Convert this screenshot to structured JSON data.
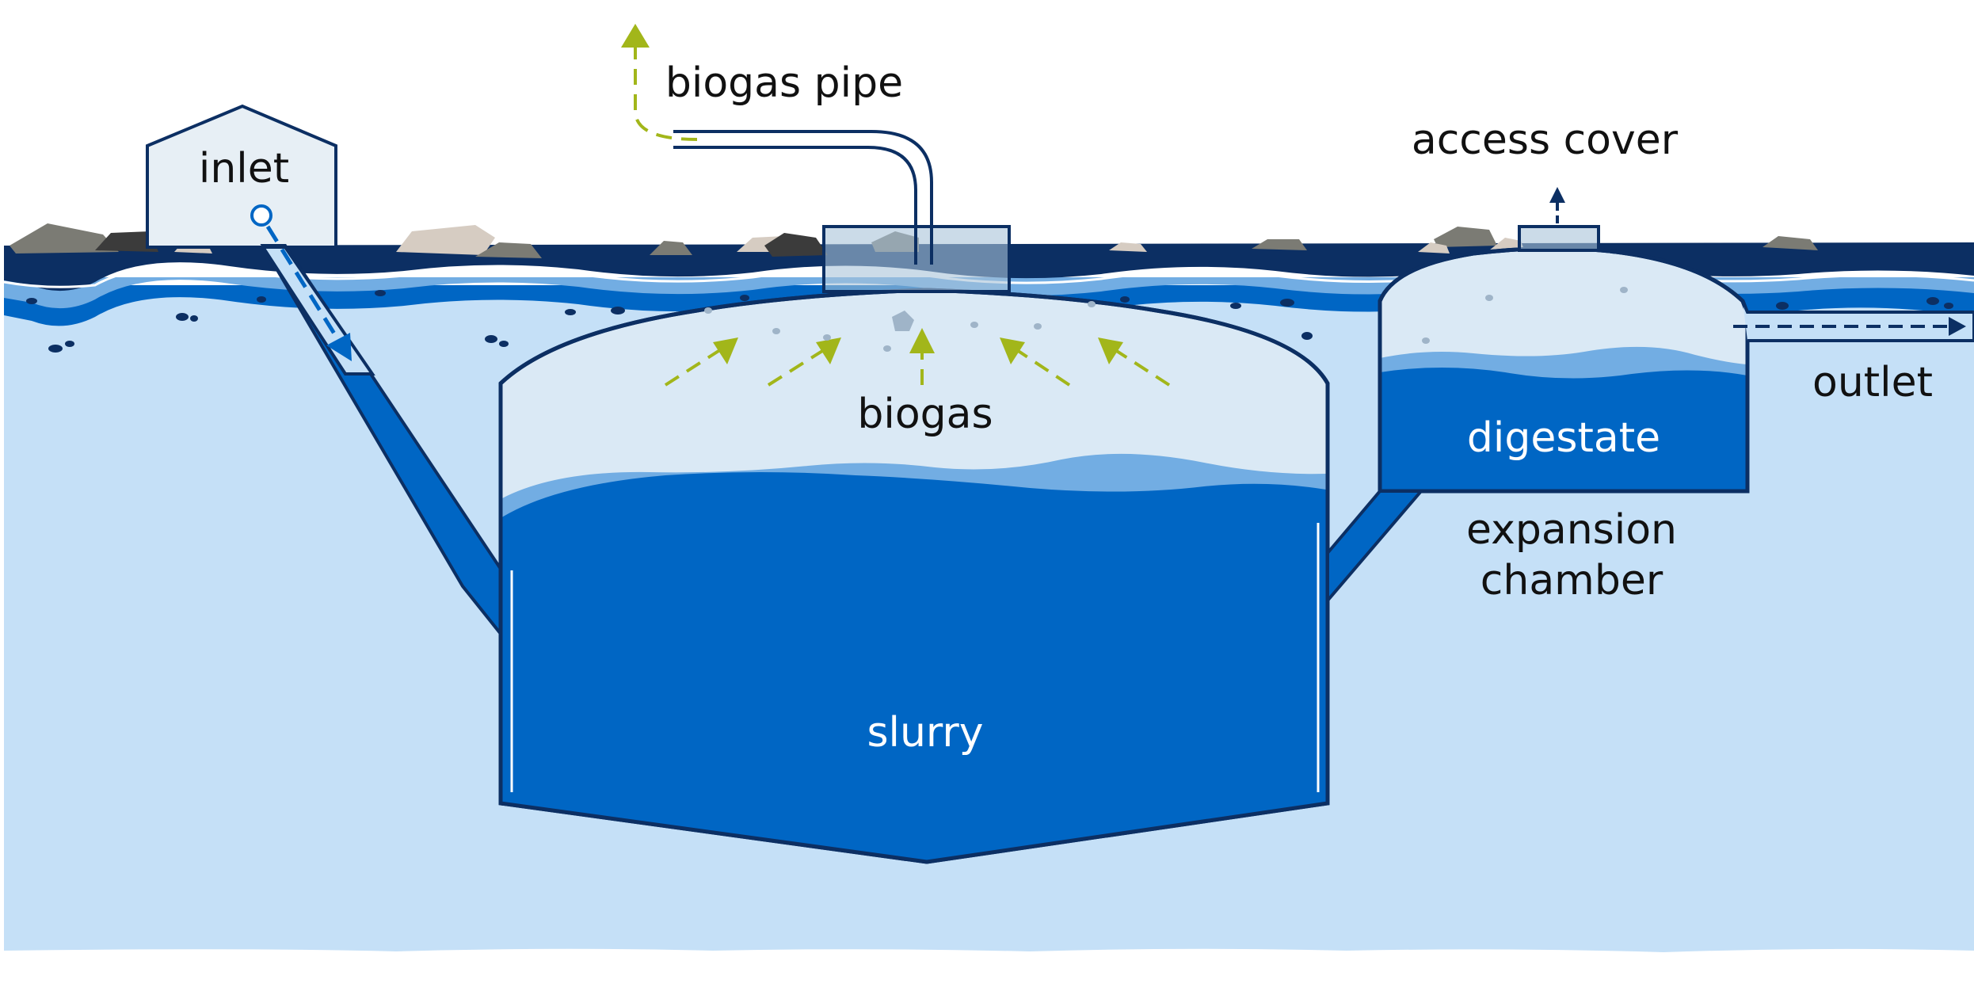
{
  "labels": {
    "inlet": "inlet",
    "biogas_pipe": "biogas pipe",
    "access_cover": "access cover",
    "biogas": "biogas",
    "digestate": "digestate",
    "outlet": "outlet",
    "expansion_chamber_line1": "expansion",
    "expansion_chamber_line2": "chamber",
    "slurry": "slurry"
  },
  "colors": {
    "ground": "#c5e0f7",
    "soil_dark": "#0c2f63",
    "soil_mid": "#0066c4",
    "liquid": "#0066c4",
    "liquid_light": "#72ade3",
    "gas_space": "#dae9f5",
    "outline": "#0c2f63",
    "gas_arrow": "#a2b61a",
    "flow_arrow": "#0066c4",
    "text_dark": "#111111",
    "text_light": "#ffffff",
    "rock_dark": "#3b3b3b",
    "rock_mid": "#7b7b74",
    "rock_light": "#d6ccc2"
  }
}
